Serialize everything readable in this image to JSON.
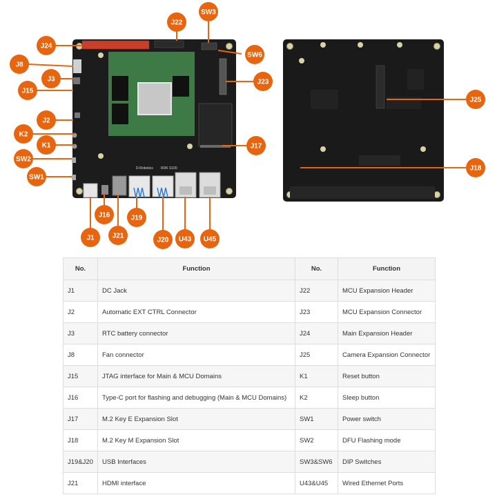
{
  "callouts": {
    "J24": "J24",
    "J22": "J22",
    "SW3": "SW3",
    "SW6": "SW6",
    "J8": "J8",
    "J3": "J3",
    "J15": "J15",
    "J2": "J2",
    "K2": "K2",
    "K1": "K1",
    "SW2": "SW2",
    "SW1": "SW1",
    "J23": "J23",
    "J17": "J17",
    "J1": "J1",
    "J16": "J16",
    "J21": "J21",
    "J19": "J19",
    "J20": "J20",
    "U43": "U43",
    "U45": "U45",
    "J25": "J25",
    "J18": "J18"
  },
  "board_logo": "D-Robotics",
  "board_model": "RDK S100",
  "table": {
    "headers": [
      "No.",
      "Function",
      "No.",
      "Function"
    ],
    "rows": [
      [
        "J1",
        "DC Jack",
        "J22",
        "MCU Expansion Header"
      ],
      [
        "J2",
        "Automatic EXT CTRL Connector",
        "J23",
        "MCU Expansion Connector"
      ],
      [
        "J3",
        "RTC battery connector",
        "J24",
        "Main Expansion Header"
      ],
      [
        "J8",
        "Fan connector",
        "J25",
        "Camera Expansion Connector"
      ],
      [
        "J15",
        "JTAG interface for Main & MCU Domains",
        "K1",
        "Reset button"
      ],
      [
        "J16",
        "Type-C port for flashing and debugging (Main & MCU Domains)",
        "K2",
        "Sleep button"
      ],
      [
        "J17",
        "M.2 Key E Expansion Slot",
        "SW1",
        "Power switch"
      ],
      [
        "J18",
        "M.2 Key M Expansion Slot",
        "SW2",
        "DFU Flashing mode"
      ],
      [
        "J19&J20",
        "USB Interfaces",
        "SW3&SW6",
        "DIP Switches"
      ],
      [
        "J21",
        "HDMI interface",
        "U43&U45",
        "Wired Ethernet Ports"
      ]
    ]
  },
  "colors": {
    "callout": "#e8650f",
    "board": "#1c1c1c",
    "som": "#3d7a45",
    "header_red": "#c8402a",
    "table_border": "#dddddd"
  }
}
